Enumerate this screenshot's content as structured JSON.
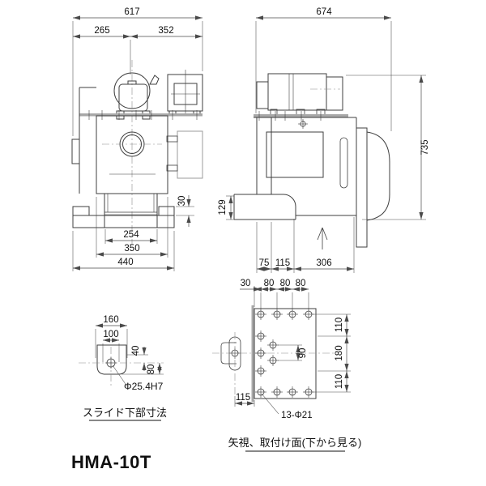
{
  "title": "HMA-10T",
  "colors": {
    "line": "#3f3f3f",
    "plate_gray": "#a8a8a8",
    "dimension": "#4a4a4a",
    "text": "#101010",
    "background": "#ffffff"
  },
  "views": {
    "front": {
      "dims": {
        "total_width": "617",
        "left_span": "265",
        "right_span": "352",
        "block_height": "30",
        "slide_width": "254",
        "body_width": "350",
        "base_width": "440"
      }
    },
    "side": {
      "dims": {
        "total_depth": "674",
        "total_height": "735",
        "foot_height": "129",
        "bottom_a": "75",
        "bottom_b": "115",
        "bottom_c": "306"
      }
    },
    "slide_detail": {
      "caption": "スライド下部寸法",
      "dims": {
        "outer_width": "160",
        "inner_width": "100",
        "upper_offset": "40",
        "lower_offset": "80",
        "bore": "Φ25.4H7"
      }
    },
    "mount_detail": {
      "caption": "矢視、取付け面(下から見る)",
      "dims": {
        "edge_offset": "30",
        "pitch_1": "80",
        "pitch_2": "80",
        "pitch_3": "80",
        "row_top": "110",
        "row_mid": "180",
        "row_bottom": "110",
        "center_pitch": "90",
        "side_offset": "115",
        "holes_note": "13-Φ21"
      }
    }
  }
}
